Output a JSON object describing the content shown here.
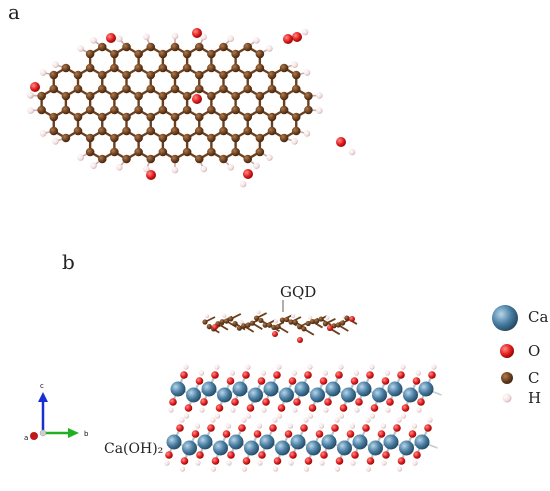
{
  "panel_labels": {
    "a": "a",
    "b": "b"
  },
  "structure_labels": {
    "gqd": "GQD",
    "substrate": "Ca(OH)₂"
  },
  "legend": [
    {
      "label": "Ca",
      "color": "#4a7fa4",
      "icon": "calcium-atom-icon"
    },
    {
      "label": "O",
      "color": "#e01a1a",
      "icon": "oxygen-atom-icon"
    },
    {
      "label": "C",
      "color": "#7a4a22",
      "icon": "carbon-atom-icon"
    },
    {
      "label": "H",
      "color": "#f0d8d8",
      "icon": "hydrogen-atom-icon"
    }
  ],
  "axes": {
    "a": "a",
    "b": "b",
    "c": "c"
  },
  "colors": {
    "carbon": "#6b3f1d",
    "oxygen": "#e01a1a",
    "hydrogen": "#f4e4e4",
    "calcium": "#4a7fa4",
    "bond_light": "#b8c4cc"
  }
}
